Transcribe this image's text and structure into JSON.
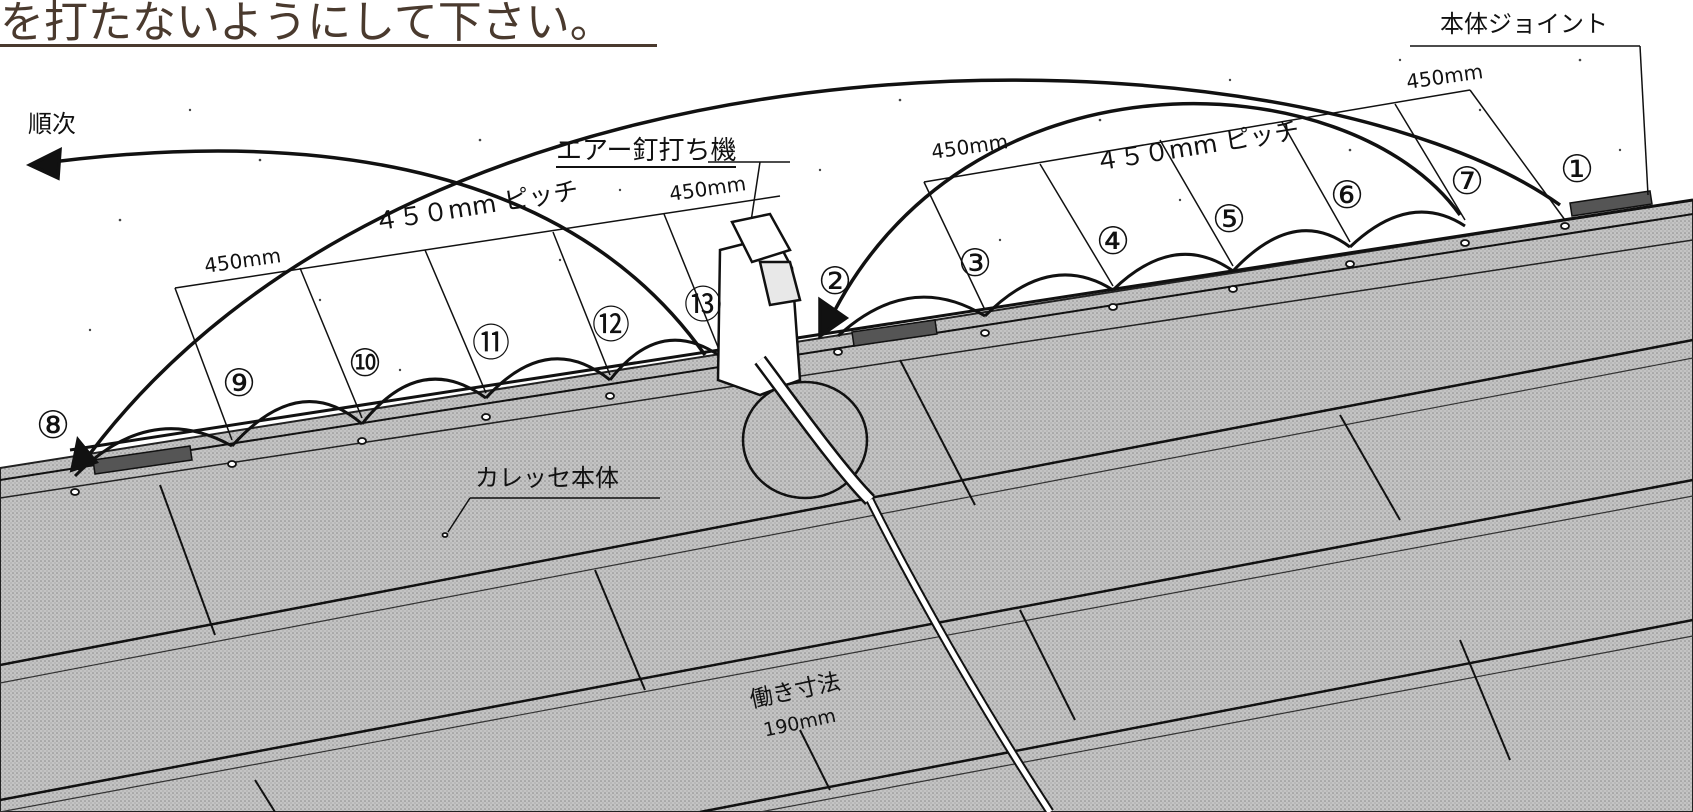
{
  "heading": "を打たないようにして下さい。",
  "labels": {
    "body_joint": "本体ジョイント",
    "sequence": "順次",
    "air_nailer": "エアー釘打ち機",
    "pitch_right": "４５０mm ピッチ",
    "pitch_left": "４５０mm ピッチ",
    "dim_450_a": "450mm",
    "dim_450_b": "450mm",
    "dim_450_c": "450mm",
    "dim_450_d": "450mm",
    "body": "カレッセ本体",
    "working_size": "働き寸法",
    "working_value": "190mm"
  },
  "steps": [
    "①",
    "②",
    "③",
    "④",
    "⑤",
    "⑥",
    "⑦",
    "⑧",
    "⑨",
    "⑩",
    "⑪",
    "⑫",
    "⑬"
  ],
  "colors": {
    "ink": "#111111",
    "panel": "#b7b7b7",
    "heading": "#4a3a2e"
  }
}
